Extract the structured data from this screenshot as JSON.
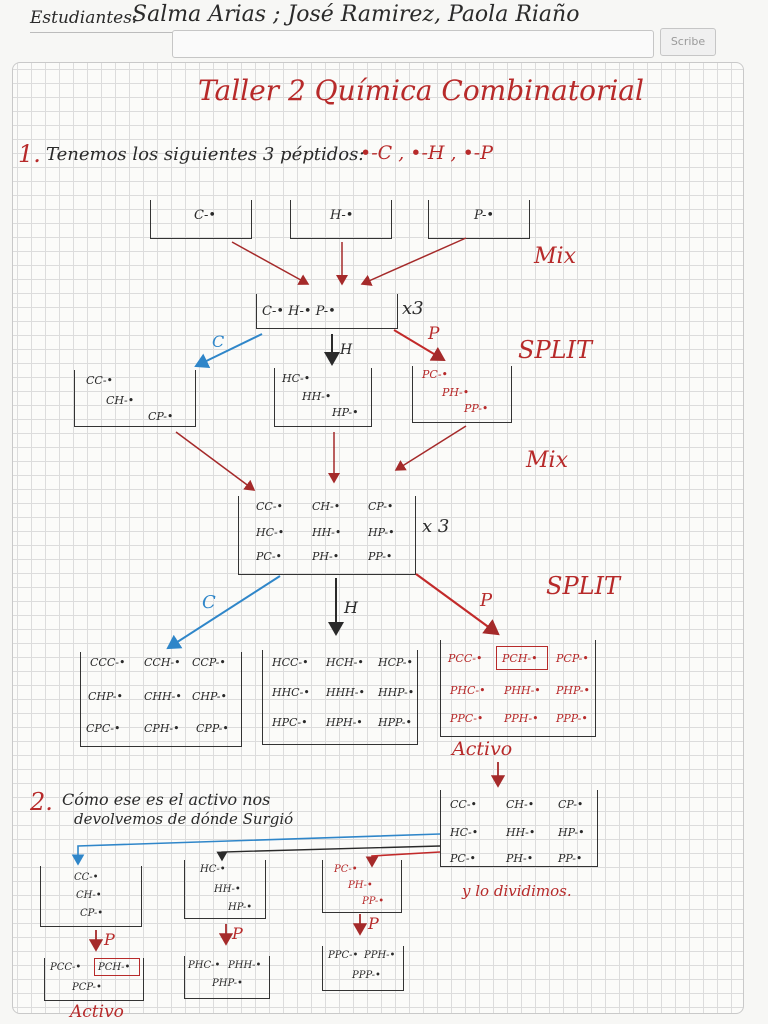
{
  "header": {
    "students_label": "Estudiantes:",
    "students_names": "Salma Arias ; José Ramirez, Paola Riaño",
    "scribe_button": "Scribe"
  },
  "title": "Taller 2 Química Combinatorial",
  "question1": {
    "number": "1.",
    "text": "Tenemos los siguientes 3 péptidos:",
    "peptides": "•-C , •-H , •-P"
  },
  "step1": {
    "beakers": [
      "C-•",
      "H-•",
      "P-•"
    ],
    "mix_label": "Mix",
    "mixed": "C-• H-• P-•",
    "times": "x3",
    "split_label": "SPLIT",
    "branch_labels": [
      "C",
      "H",
      "P"
    ]
  },
  "step2": {
    "beaker_c": [
      "CC-•",
      "CH-•",
      "CP-•"
    ],
    "beaker_h": [
      "HC-•",
      "HH-•",
      "HP-•"
    ],
    "beaker_p": [
      "PC-•",
      "PH-•",
      "PP-•"
    ],
    "mix_label": "Mix"
  },
  "step3": {
    "grid": [
      [
        "CC-•",
        "CH-•",
        "CP-•"
      ],
      [
        "HC-•",
        "HH-•",
        "HP-•"
      ],
      [
        "PC-•",
        "PH-•",
        "PP-•"
      ]
    ],
    "times": "x 3",
    "split_label": "SPLIT",
    "branch_labels": [
      "C",
      "H",
      "P"
    ]
  },
  "step4": {
    "beaker_c": [
      [
        "CCC-•",
        "CCH-•",
        "CCP-•"
      ],
      [
        "CHP-•",
        "CHH-•",
        "CHP-•"
      ],
      [
        "CPC-•",
        "CPH-•",
        "CPP-•"
      ]
    ],
    "beaker_h": [
      [
        "HCC-•",
        "HCH-•",
        "HCP-•"
      ],
      [
        "HHC-•",
        "HHH-•",
        "HHP-•"
      ],
      [
        "HPC-•",
        "HPH-•",
        "HPP-•"
      ]
    ],
    "beaker_p": [
      [
        "PCC-•",
        "PCH-•",
        "PCP-•"
      ],
      [
        "PHC-•",
        "PHH-•",
        "PHP-•"
      ],
      [
        "PPC-•",
        "PPH-•",
        "PPP-•"
      ]
    ],
    "active_label": "Activo"
  },
  "question2": {
    "number": "2.",
    "text_line1": "Cómo ese es el activo nos",
    "text_line2": "devolvemos de dónde Surgió",
    "grid": [
      [
        "CC-•",
        "CH-•",
        "CP-•"
      ],
      [
        "HC-•",
        "HH-•",
        "HP-•"
      ],
      [
        "PC-•",
        "PH-•",
        "PP-•"
      ]
    ],
    "divide_label": "y lo dividimos.",
    "small_c": [
      "CC-•",
      "CH-•",
      "CP-•"
    ],
    "small_h": [
      "HC-•",
      "HH-•",
      "HP-•"
    ],
    "small_p": [
      "PC-•",
      "PH-•",
      "PP-•"
    ],
    "p_label": "P",
    "result_c": [
      "PCC-•",
      "PCH-•",
      "PCP-•"
    ],
    "result_h": [
      "PHC-•",
      "PHH-•",
      "PHP-•"
    ],
    "result_p": [
      "PPC-•",
      "PPH-•",
      "PPP-•"
    ],
    "active_label": "Activo"
  },
  "colors": {
    "ink": "#2a2a2a",
    "red": "#b72a2a",
    "blue": "#2f86c9",
    "grid": "#dcdcdc"
  }
}
